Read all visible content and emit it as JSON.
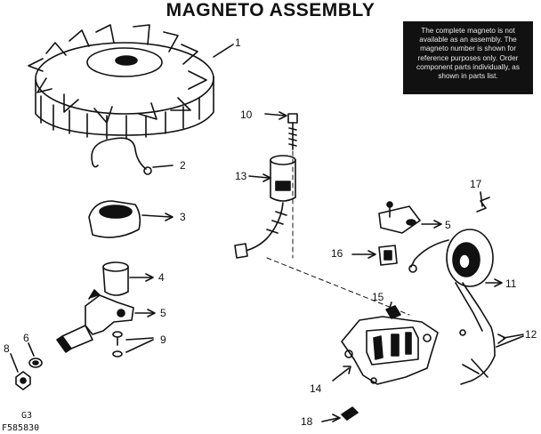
{
  "title": "MAGNETO ASSEMBLY",
  "note": "The complete magneto is not available as an assembly. The magneto number is shown for reference purposes only. Order component parts individually, as shown in parts list.",
  "callouts": {
    "c1": "1",
    "c2": "2",
    "c3": "3",
    "c4": "4",
    "c5a": "5",
    "c5b": "5",
    "c6": "6",
    "c8": "8",
    "c9": "9",
    "c10": "10",
    "c11": "11",
    "c12": "12",
    "c13": "13",
    "c14": "14",
    "c15": "15",
    "c16": "16",
    "c17": "17",
    "c18": "18"
  },
  "footer": {
    "code1": "G3",
    "code2": "F585830"
  }
}
